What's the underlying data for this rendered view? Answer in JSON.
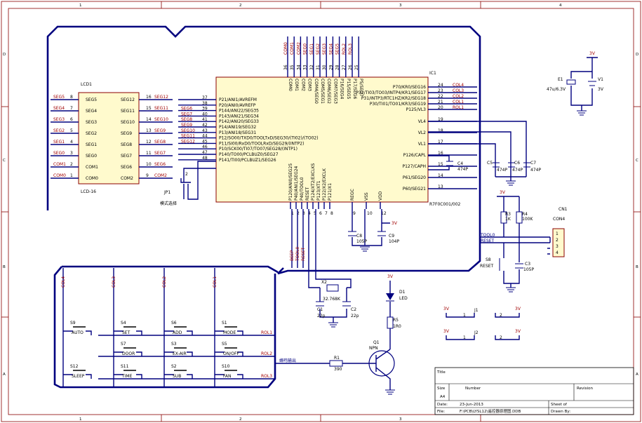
{
  "frame": {
    "columns": [
      "1",
      "2",
      "3",
      "4"
    ],
    "rows": [
      "D",
      "C",
      "B",
      "A"
    ]
  },
  "lcd": {
    "ref": "LCD1",
    "part": "LCD-16",
    "left_pins": [
      {
        "net": "SEG5",
        "num": "8",
        "name": "SEG5"
      },
      {
        "net": "SEG4",
        "num": "7",
        "name": "SEG4"
      },
      {
        "net": "SEG3",
        "num": "6",
        "name": "SEG3"
      },
      {
        "net": "SEG2",
        "num": "5",
        "name": "SEG2"
      },
      {
        "net": "SEG1",
        "num": "4",
        "name": "SEG1"
      },
      {
        "net": "SEG0",
        "num": "3",
        "name": "SEG0"
      },
      {
        "net": "COM1",
        "num": "2",
        "name": "COM1"
      },
      {
        "net": "COM0",
        "num": "1",
        "name": "COM0"
      }
    ],
    "right_pins": [
      {
        "net": "SEG12",
        "num": "16",
        "name": "SEG12"
      },
      {
        "net": "SEG11",
        "num": "15",
        "name": "SEG11"
      },
      {
        "net": "SEG10",
        "num": "14",
        "name": "SEG10"
      },
      {
        "net": "SEG9",
        "num": "13",
        "name": "SEG9"
      },
      {
        "net": "SEG8",
        "num": "12",
        "name": "SEG8"
      },
      {
        "net": "SEG7",
        "num": "11",
        "name": "SEG7"
      },
      {
        "net": "SEG6",
        "num": "10",
        "name": "SEG6"
      },
      {
        "net": "COM2",
        "num": "9",
        "name": "COM2"
      }
    ]
  },
  "mcu": {
    "ref": "IC1",
    "part": "R7F0C001/002",
    "left_pins": [
      {
        "num": "37",
        "name": "P21/ANI1/AVREFM",
        "net": ""
      },
      {
        "num": "38",
        "name": "P20/ANI0/AVREFP",
        "net": ""
      },
      {
        "num": "39",
        "name": "P144/ANI22/SEG35",
        "net": "SEG6"
      },
      {
        "num": "40",
        "name": "P143/ANI21/SEG34",
        "net": "SEG7"
      },
      {
        "num": "41",
        "name": "P142/ANI20/SEG33",
        "net": "SEG8"
      },
      {
        "num": "42",
        "name": "P14/ANI19/SEG32",
        "net": "SEG9"
      },
      {
        "num": "43",
        "name": "P13/ANI18/SEG31",
        "net": "SEG10"
      },
      {
        "num": "44",
        "name": "P12/SO00/TXD0/TOOLTxD/SEG30/(TI02)/(TO02)",
        "net": "SEG11"
      },
      {
        "num": "45",
        "name": "P11/SI00/RxD0/TOOLRxD/SEG29/(INTP2)",
        "net": "SEG12"
      },
      {
        "num": "46",
        "name": "P10/SCK00/TI07/TO07/SEG28/(INTP1)",
        "net": ""
      },
      {
        "num": "47",
        "name": "P140/TO00/PCLBUZ0/SEG27",
        "net": ""
      },
      {
        "num": "48",
        "name": "P141/TI00/PCLBUZ1/SEG26",
        "net": ""
      }
    ],
    "right_pins": [
      {
        "num": "24",
        "name": "P70/KR0/SEG16",
        "net": "COL4"
      },
      {
        "num": "23",
        "name": "P32/TI03/TO03/INTP4/KR1/SEG17",
        "net": "COL3"
      },
      {
        "num": "22",
        "name": "P31/INTP3/RTC1HZ/KR2/SEG18",
        "net": "COL2"
      },
      {
        "num": "21",
        "name": "P30/TI01/TO01/KR3/SEG19",
        "net": "COL1"
      },
      {
        "num": "20",
        "name": "P125/VL3",
        "net": "ROL1"
      },
      {
        "num": "19",
        "name": "VL4",
        "net": ""
      },
      {
        "num": "18",
        "name": "VL2",
        "net": ""
      },
      {
        "num": "17",
        "name": "VL1",
        "net": ""
      },
      {
        "num": "16",
        "name": "P126/CAPL",
        "net": ""
      },
      {
        "num": "15",
        "name": "P127/CAPH",
        "net": ""
      },
      {
        "num": "14",
        "name": "P61/SEG20",
        "net": ""
      },
      {
        "num": "13",
        "name": "P60/SEG21",
        "net": ""
      }
    ],
    "top_pins": [
      {
        "num": "36",
        "name": "COM0"
      },
      {
        "num": "35",
        "name": "COM1"
      },
      {
        "num": "34",
        "name": "COM2"
      },
      {
        "num": "33",
        "name": "COM3"
      },
      {
        "num": "32",
        "name": "COM4/SEG0"
      },
      {
        "num": "31",
        "name": "COM5/SEG1"
      },
      {
        "num": "30",
        "name": "COM6/SEG2"
      },
      {
        "num": "29",
        "name": "COM7/SEG3"
      },
      {
        "num": "28",
        "name": "P16/SEG4"
      },
      {
        "num": "27",
        "name": "P15/SEG5"
      },
      {
        "num": "26",
        "name": "P17/SEG6"
      },
      {
        "num": "25",
        "name": "P5/SEG7"
      }
    ],
    "top_nets": [
      "COM0",
      "COM1",
      "COM2",
      "SEG0",
      "SEG1",
      "SEG2",
      "SEG3",
      "SEG4",
      "SEG5",
      "ROL2",
      "ROL3"
    ],
    "bottom_pins": [
      {
        "num": "1",
        "name": "P120/ANI0/SEG25"
      },
      {
        "num": "2",
        "name": "P40/ANI1/SEG24"
      },
      {
        "num": "3",
        "name": "P40/TOOL0"
      },
      {
        "num": "4",
        "name": "RESET"
      },
      {
        "num": "5",
        "name": "P124/XT2/EXCLKS"
      },
      {
        "num": "6",
        "name": "P123/XT1"
      },
      {
        "num": "7",
        "name": "P122/X2/EXCLK"
      },
      {
        "num": "8",
        "name": "P121/X1"
      },
      {
        "num": "9",
        "name": "REGC"
      },
      {
        "num": "10",
        "name": "VSS"
      },
      {
        "num": "12",
        "name": "VDD"
      }
    ],
    "bottom_nets": [
      "BEEP",
      "TOOL0",
      "RESET"
    ]
  },
  "jumper": {
    "ref": "JP1",
    "label": "模式选择",
    "pins": [
      "1",
      "2"
    ]
  },
  "supply": {
    "ref": "E1",
    "value": "47u/6.3V",
    "src_ref": "V1",
    "src_val": "3V",
    "rail": "3V"
  },
  "caps": [
    {
      "ref": "C4",
      "value": "474P"
    },
    {
      "ref": "C5",
      "value": "474P"
    },
    {
      "ref": "C6",
      "value": "474P"
    },
    {
      "ref": "C7",
      "value": "474P"
    },
    {
      "ref": "C8",
      "value": "105P"
    },
    {
      "ref": "C9",
      "value": "104P"
    },
    {
      "ref": "C1",
      "value": "22p"
    },
    {
      "ref": "C2",
      "value": "22p"
    },
    {
      "ref": "C3",
      "value": "105P"
    }
  ],
  "crystal": {
    "ref": "X2",
    "value": "32.768K"
  },
  "reset": {
    "r3": {
      "ref": "R3",
      "value": "1K"
    },
    "r4": {
      "ref": "R4",
      "value": "100K"
    },
    "switch": {
      "ref": "S8",
      "label": "RESET"
    },
    "rail": "3V"
  },
  "connector": {
    "ref": "CN1",
    "part": "CON4",
    "pins": [
      "1",
      "2",
      "3",
      "4"
    ],
    "nets": [
      "TOOL0",
      "RESET"
    ]
  },
  "led": {
    "ref": "D1",
    "part": "LED",
    "rail": "3V",
    "res": {
      "ref": "R5",
      "value": "1R0"
    }
  },
  "transistor": {
    "ref": "Q1",
    "type": "NPN",
    "base_res": {
      "ref": "R1",
      "value": "390"
    },
    "net": "蜂鸣输出"
  },
  "jumpers2": [
    {
      "ref": "J1",
      "rail_l": "3V",
      "rail_r": "3V",
      "p1": "1",
      "p2": "2"
    },
    {
      "ref": "J2",
      "rail_l": "3V",
      "rail_r": "3V",
      "p1": "1",
      "p2": "2"
    }
  ],
  "keys": {
    "cols": [
      "COL4",
      "COL3",
      "COL2",
      "COL1"
    ],
    "rows": [
      "ROL1",
      "ROL2",
      "ROL3"
    ],
    "grid": [
      [
        {
          "ref": "S9",
          "label": "AUTO"
        },
        {
          "ref": "S4",
          "label": "SET"
        },
        {
          "ref": "S6",
          "label": "ADD"
        },
        {
          "ref": "S1",
          "label": "MODE"
        }
      ],
      [
        {
          "ref": "S7",
          "label": "DOOR"
        },
        {
          "ref": "S3",
          "label": "EX-AIR"
        },
        {
          "ref": "S5",
          "label": "ON/OFF"
        }
      ],
      [
        {
          "ref": "S12",
          "label": "SLEEP"
        },
        {
          "ref": "S11",
          "label": "TIME"
        },
        {
          "ref": "S2",
          "label": "SUB"
        },
        {
          "ref": "S10",
          "label": "FAN"
        }
      ]
    ]
  },
  "title_block": {
    "title_label": "Title",
    "size_label": "Size",
    "size": "A4",
    "number_label": "Number",
    "revision_label": "Revision",
    "date_label": "Date:",
    "date": "23-Jun-2013",
    "sheet_label": "Sheet    of",
    "file_label": "File:",
    "file": "F:\\PCB\\LYSL12\\遥控器原理图.DDB",
    "drawn_label": "Drawn By:"
  }
}
